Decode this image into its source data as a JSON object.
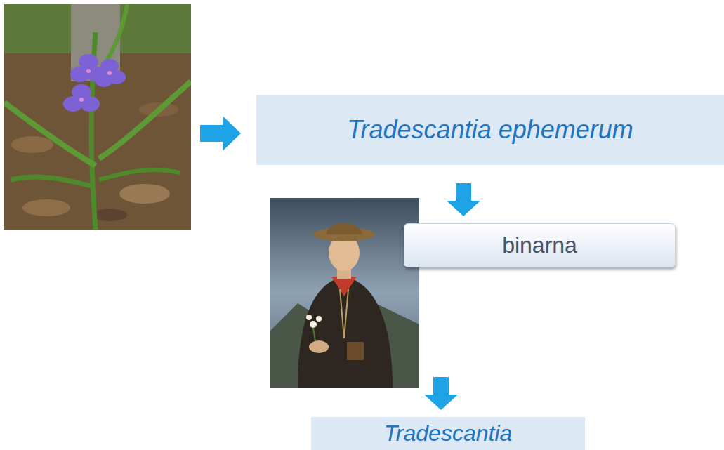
{
  "diagram": {
    "nodes": [
      {
        "text": [
          "Tradescantia ephemerum"
        ]
      },
      {
        "text": [
          "binarna"
        ]
      },
      {
        "text": [
          "Tradescantia"
        ]
      }
    ],
    "edges": [
      {
        "from": 0,
        "to": 1,
        "arrow": "to"
      },
      {
        "from": 1,
        "to": 2,
        "arrow": "to"
      }
    ]
  }
}
